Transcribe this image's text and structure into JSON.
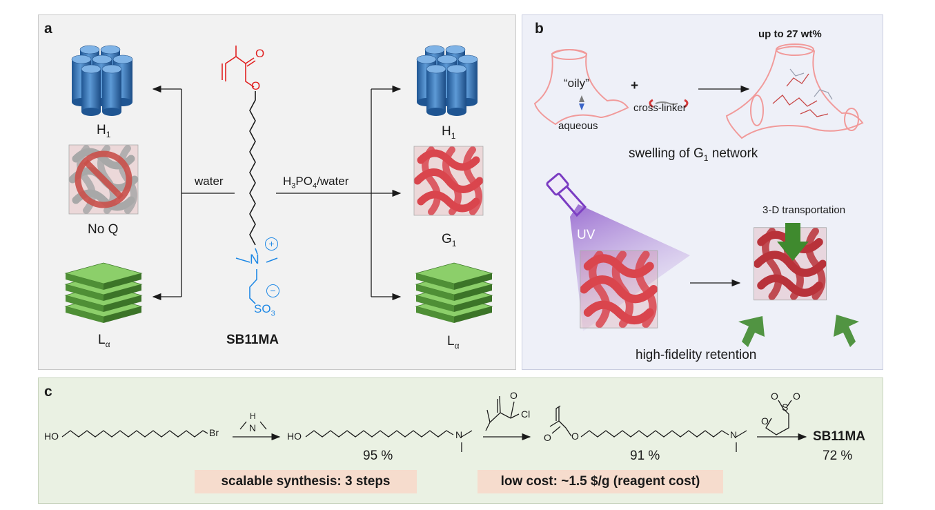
{
  "panel_a": {
    "label": "a",
    "left_phases": {
      "h1": "H",
      "h1_sub": "1",
      "noq": "No Q",
      "la": "L",
      "la_sub": "α"
    },
    "right_phases": {
      "h1": "H",
      "h1_sub": "1",
      "g1": "G",
      "g1_sub": "1",
      "la": "L",
      "la_sub": "α"
    },
    "left_condition": "water",
    "right_condition": {
      "p1": "H",
      "s1": "3",
      "p2": "PO",
      "s2": "4",
      "p3": "/water"
    },
    "molecule": {
      "name": "SB11MA",
      "o_top": "O",
      "o_ester": "O",
      "n": "N",
      "plus": "+",
      "minus": "−",
      "so3": "SO",
      "so3_sub": "3"
    }
  },
  "panel_b": {
    "label": "b",
    "oily": "“oily”",
    "aqueous": "aqueous",
    "plus": "+",
    "crosslinker": "cross-linker",
    "loading": "up to 27 wt%",
    "swelling": {
      "pre": "swelling of G",
      "sub": "1",
      "post": " network"
    },
    "uv": "UV",
    "transport": "3-D transportation",
    "retention": "high-fidelity retention"
  },
  "panel_c": {
    "label": "c",
    "ho1": "HO",
    "br": "Br",
    "amine_n": "N",
    "amine_h": "H",
    "ho2": "HO",
    "yield1": "95 %",
    "o_carbonyl": "O",
    "cl": "Cl",
    "o_ester_dbl": "O",
    "o_ester": "O",
    "yield2": "91 %",
    "sultone_o1": "O",
    "sultone_o2": "O",
    "sultone_s": "S",
    "sultone_o3": "O",
    "product": "SB11MA",
    "yield3": "72 %",
    "n_mid": "N",
    "n_right": "N",
    "highlight1": "scalable synthesis: 3 steps",
    "highlight2": "low cost: ~1.5 $/g (reagent cost)"
  },
  "colors": {
    "h1_blue": "#2f6fb0",
    "lamellar_green": "#6aa84f",
    "gyroid_red": "#d9454d",
    "network_pink": "#f19a9a",
    "uv_purple": "#8c4bc4",
    "molecule_red": "#e02020",
    "molecule_blue": "#1e88e5",
    "arrow_green": "#3f8a2e"
  }
}
